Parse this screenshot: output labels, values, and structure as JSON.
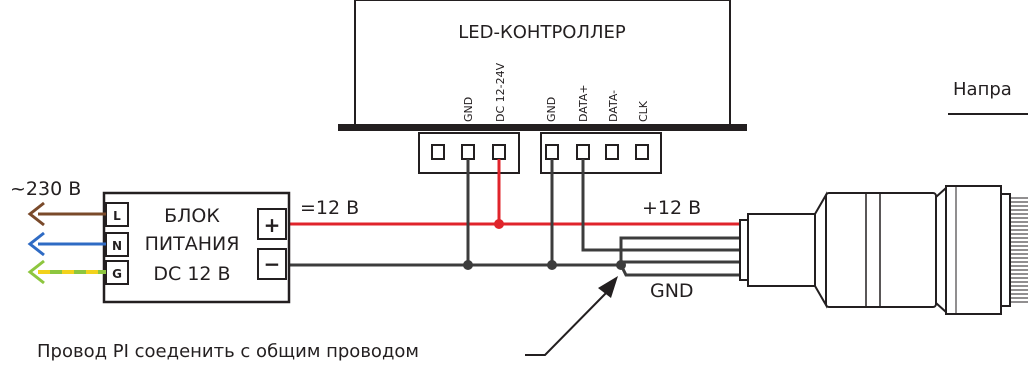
{
  "controller": {
    "title": "LED-КОНТРОЛЛЕР",
    "pins_power": [
      "GND",
      "DC 12-24V"
    ],
    "pins_data": [
      "GND",
      "DATA+",
      "DATA-",
      "CLK"
    ]
  },
  "power_supply": {
    "line1": "БЛОК",
    "line2": "ПИТАНИЯ",
    "line3": "DC 12 В",
    "terminals": [
      "L",
      "N",
      "G"
    ],
    "outputs": [
      "+",
      "−"
    ]
  },
  "mains_label": "~230 В",
  "dc_label": "=12 В",
  "plus_label": "+12 В",
  "gnd_label": "GND",
  "direction_label": "Напра",
  "note": "Провод PI соеденить с общим проводом",
  "colors": {
    "red_wire": "#e0242b",
    "dark_wire": "#3c3c3c",
    "brown_wire": "#7a4a2a",
    "blue_wire": "#2f6bc4",
    "green_wire": "#8dc63f",
    "yellow_stripe": "#f2d21c"
  }
}
